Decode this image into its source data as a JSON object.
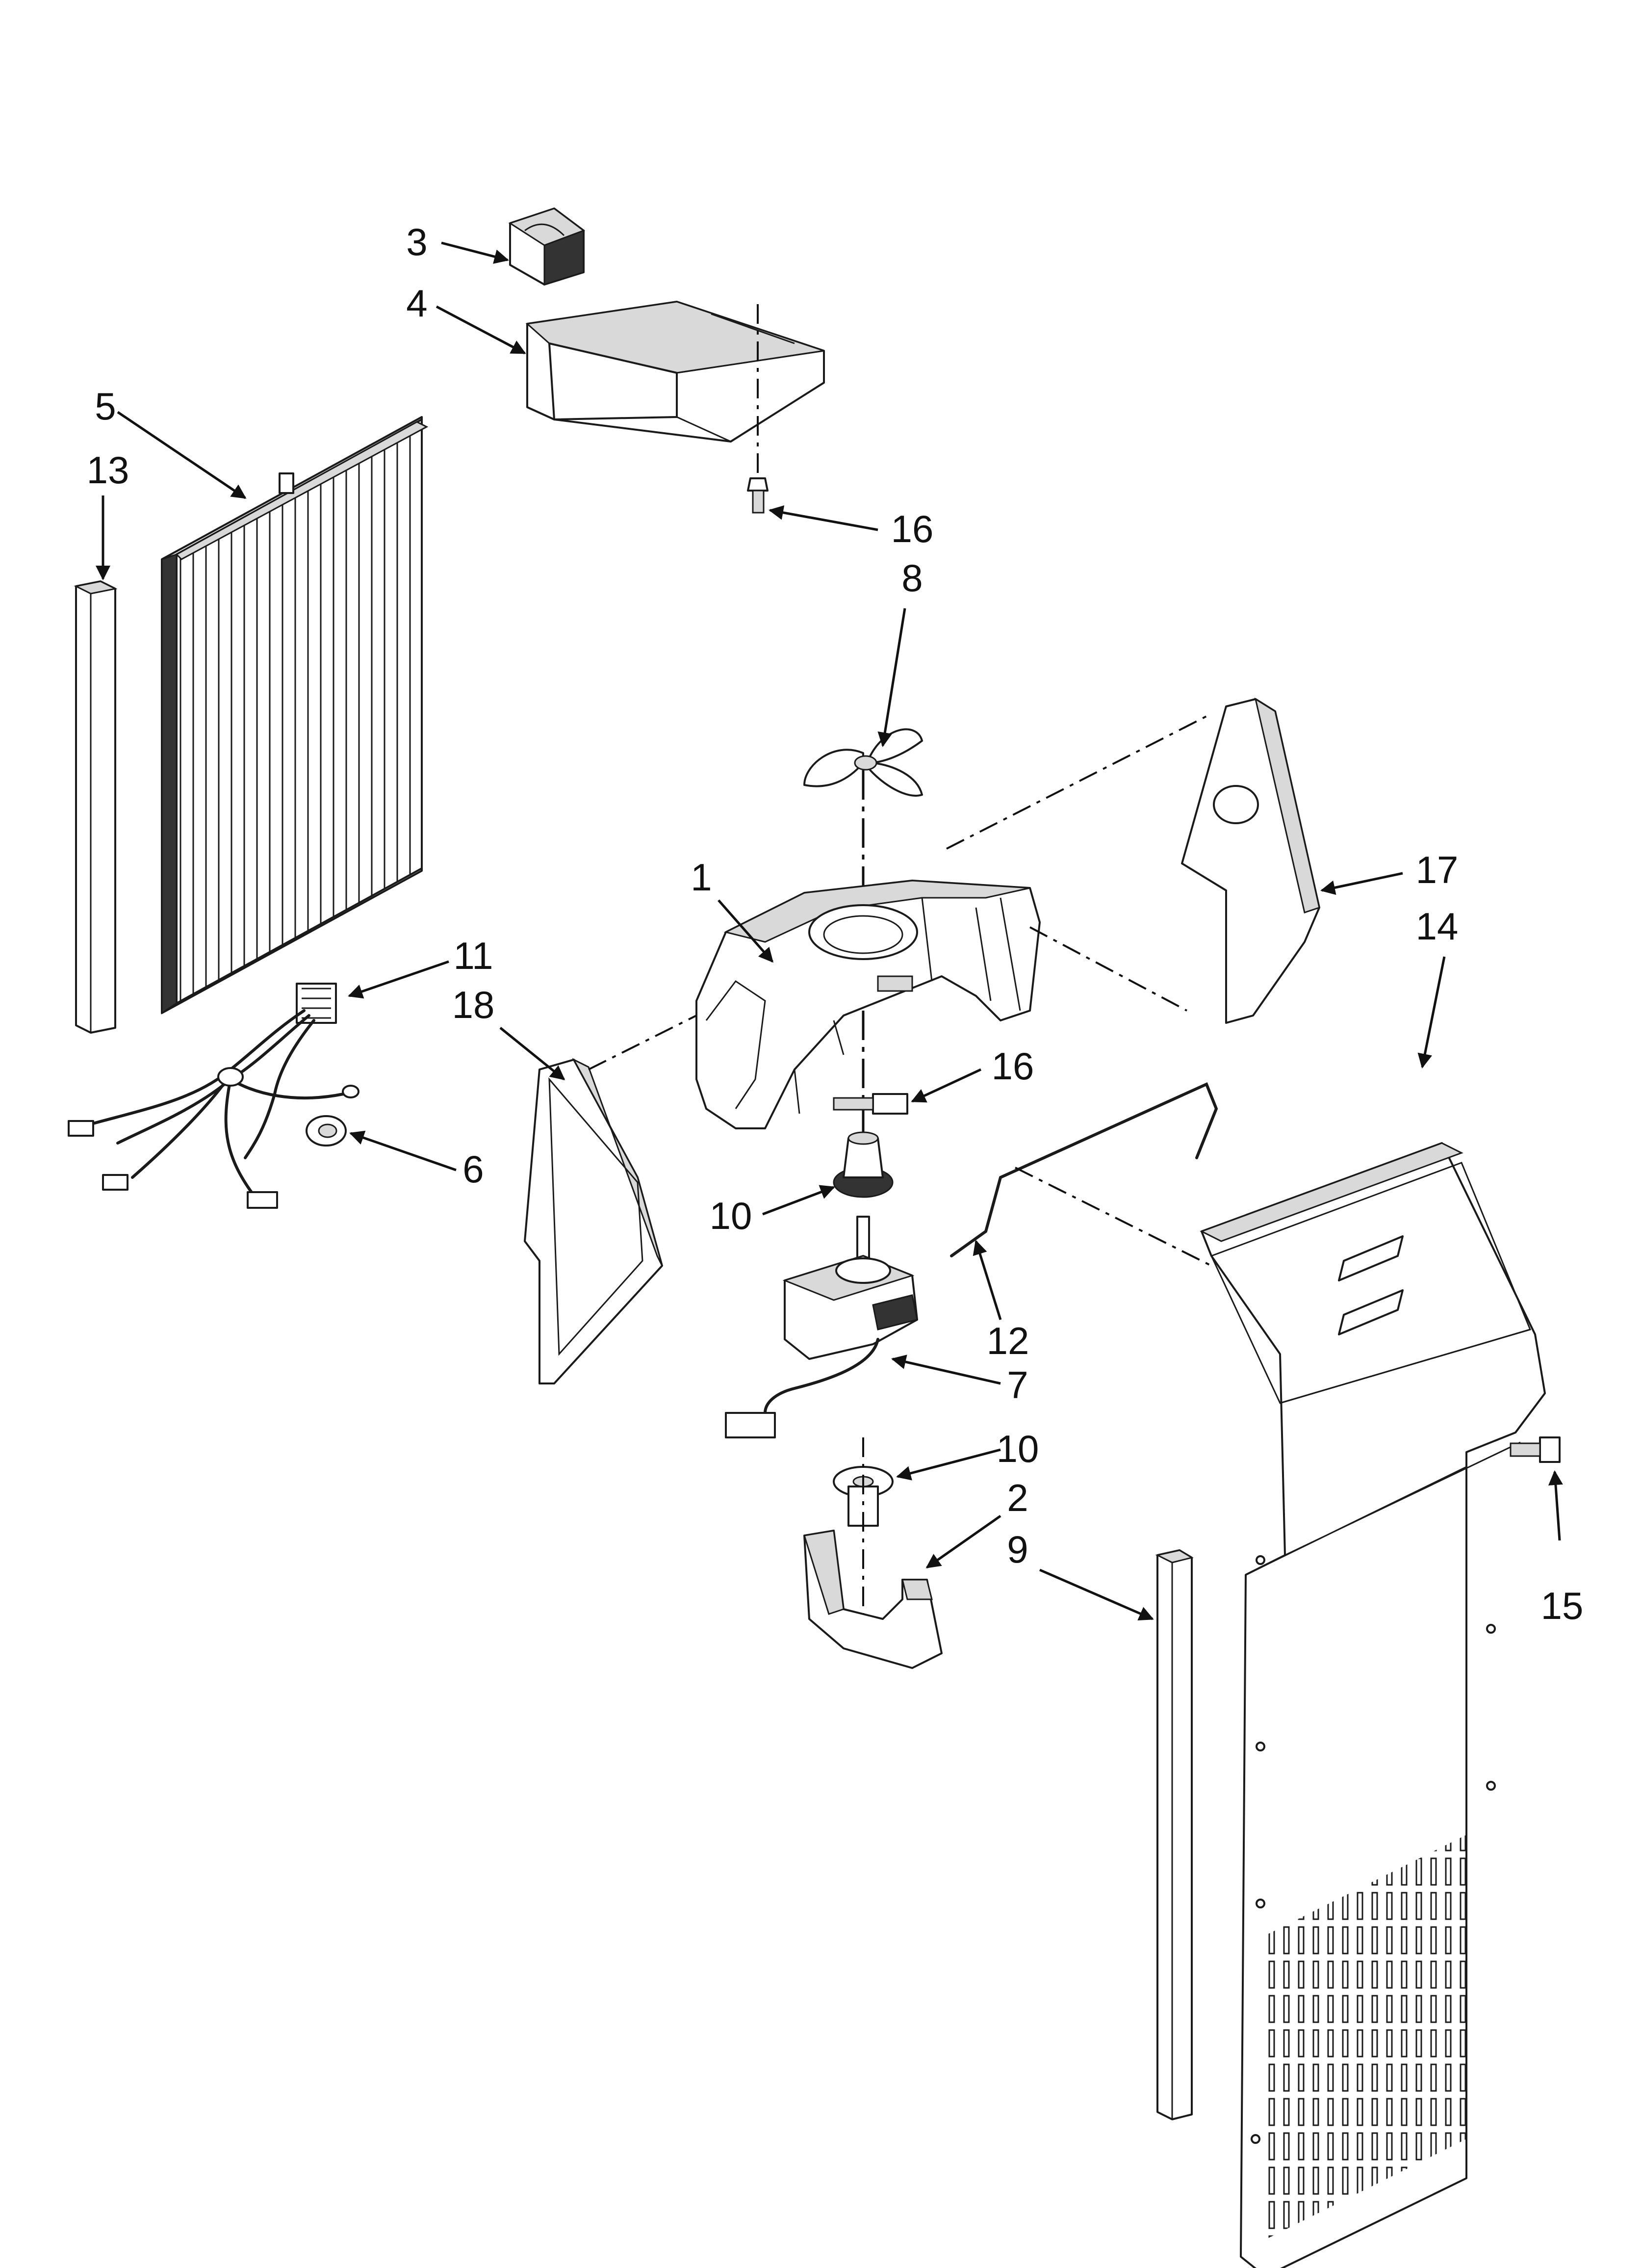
{
  "diagram": {
    "callouts": [
      {
        "id": "label-1",
        "text": "1"
      },
      {
        "id": "label-2",
        "text": "2"
      },
      {
        "id": "label-3",
        "text": "3"
      },
      {
        "id": "label-4",
        "text": "4"
      },
      {
        "id": "label-5",
        "text": "5"
      },
      {
        "id": "label-6",
        "text": "6"
      },
      {
        "id": "label-7",
        "text": "7"
      },
      {
        "id": "label-8",
        "text": "8"
      },
      {
        "id": "label-9",
        "text": "9"
      },
      {
        "id": "label-10a",
        "text": "10"
      },
      {
        "id": "label-10b",
        "text": "10"
      },
      {
        "id": "label-11",
        "text": "11"
      },
      {
        "id": "label-12",
        "text": "12"
      },
      {
        "id": "label-13",
        "text": "13"
      },
      {
        "id": "label-14",
        "text": "14"
      },
      {
        "id": "label-15",
        "text": "15"
      },
      {
        "id": "label-16a",
        "text": "16"
      },
      {
        "id": "label-16b",
        "text": "16"
      },
      {
        "id": "label-17",
        "text": "17"
      },
      {
        "id": "label-18",
        "text": "18"
      }
    ]
  }
}
